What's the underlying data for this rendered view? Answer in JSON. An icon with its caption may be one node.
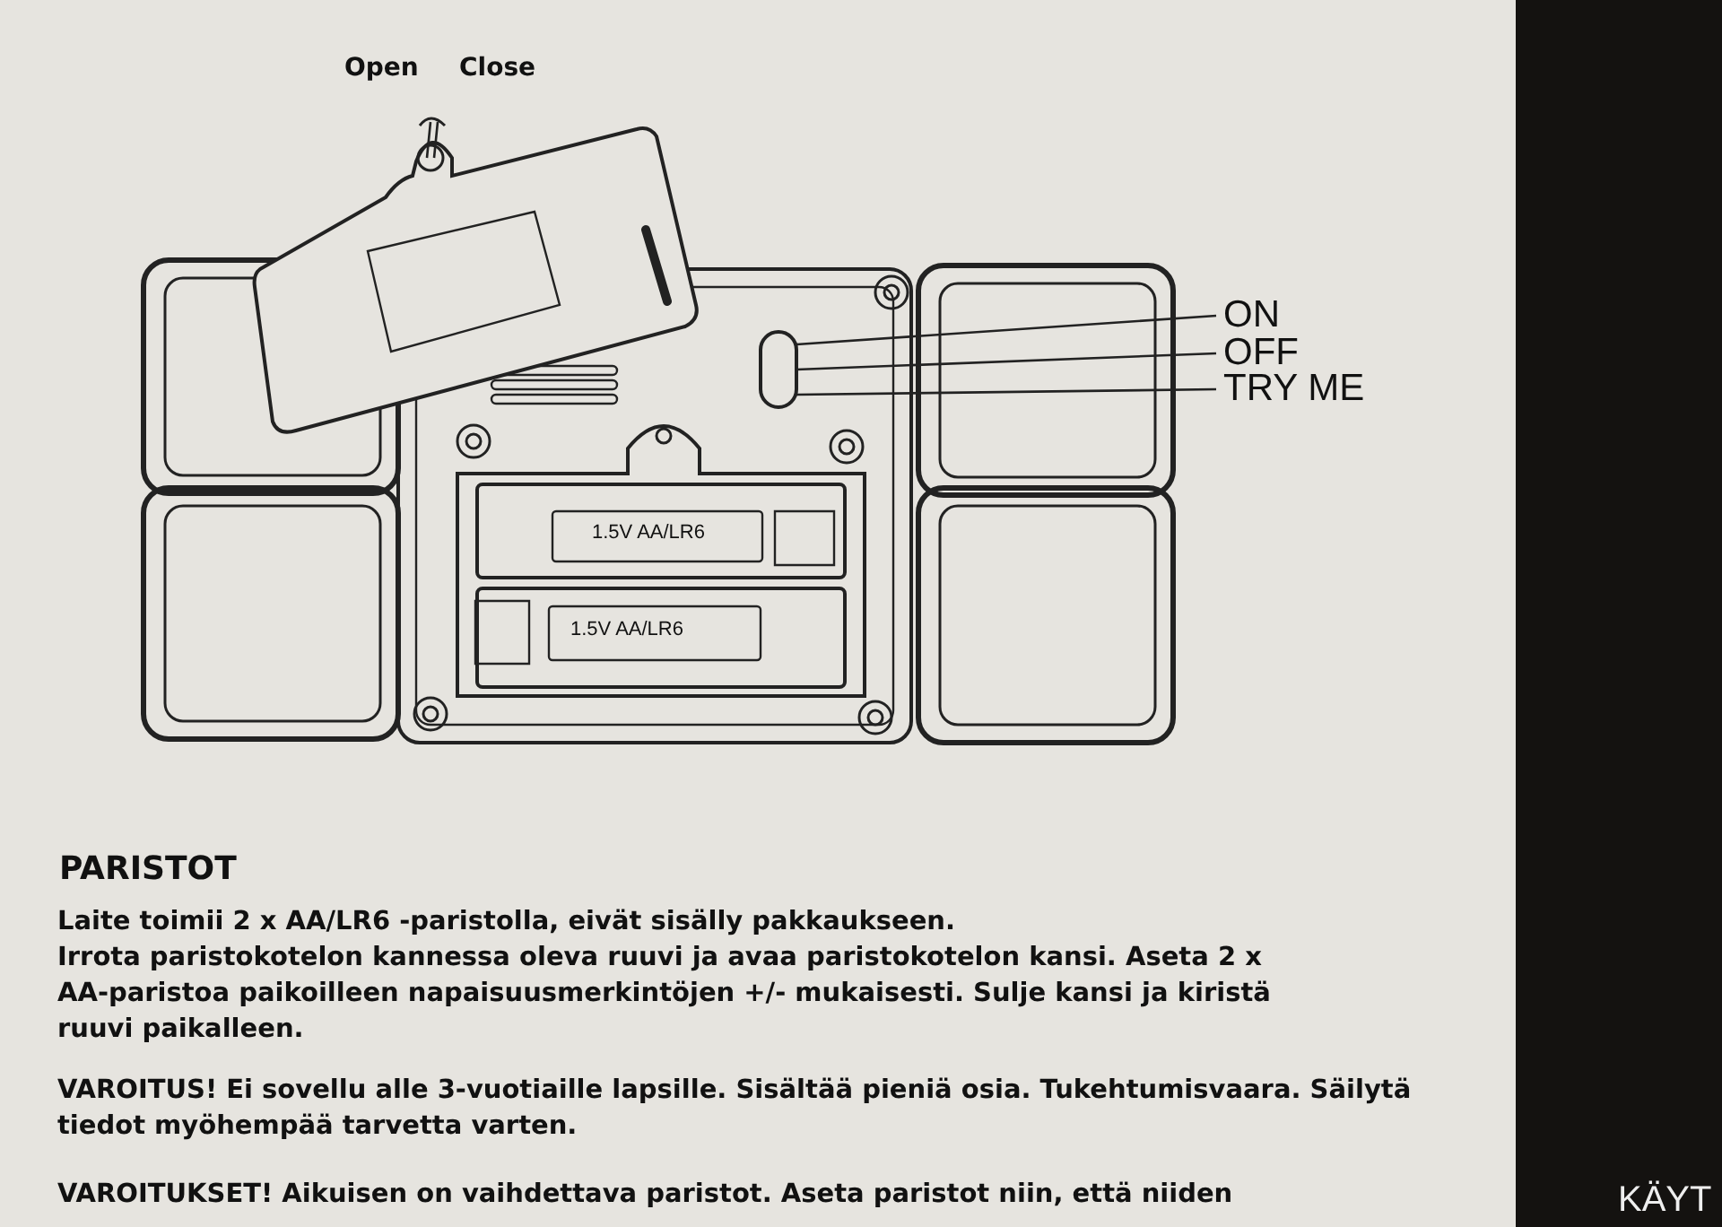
{
  "diagram": {
    "nodes": [
      {
        "text": [
          "ON"
        ]
      },
      {
        "text": [
          "OFF"
        ]
      },
      {
        "text": [
          "TRY ME"
        ]
      },
      {
        "text": [],
        "shape": "box"
      }
    ],
    "edges": [
      {
        "from": 0,
        "to": 3,
        "arrow": "none"
      },
      {
        "from": 1,
        "to": 3,
        "arrow": "none"
      },
      {
        "from": 2,
        "to": 3,
        "arrow": "none"
      }
    ],
    "labels": [
      "Open",
      "Close",
      "1.5V AA/LR6",
      "1.5V AA/LR6",
      "PARISTOT",
      "Laite toimii 2 x AA/LR6 -paristolla, eivät sisälly pakkaukseen.",
      "Irrota paristokotelon kannessa oleva ruuvi ja avaa paristokotelon kansi. Aseta 2 x AA-paristoa paikoilleen napaisuusmerkintöjen +/- mukaisesti. Sulje kansi ja kiristä ruuvi paikalleen.",
      "VAROITUS! Ei sovellu alle 3-vuotiaille lapsille. Sisältää pieniä osia. Tukehtumisvaara. Säilytä tiedot myöhempää tarvetta varten.",
      "VAROITUKSET! Aikuisen on vaihdettava paristot. Aseta paristot niin, että niiden",
      "KÄYT"
    ]
  }
}
